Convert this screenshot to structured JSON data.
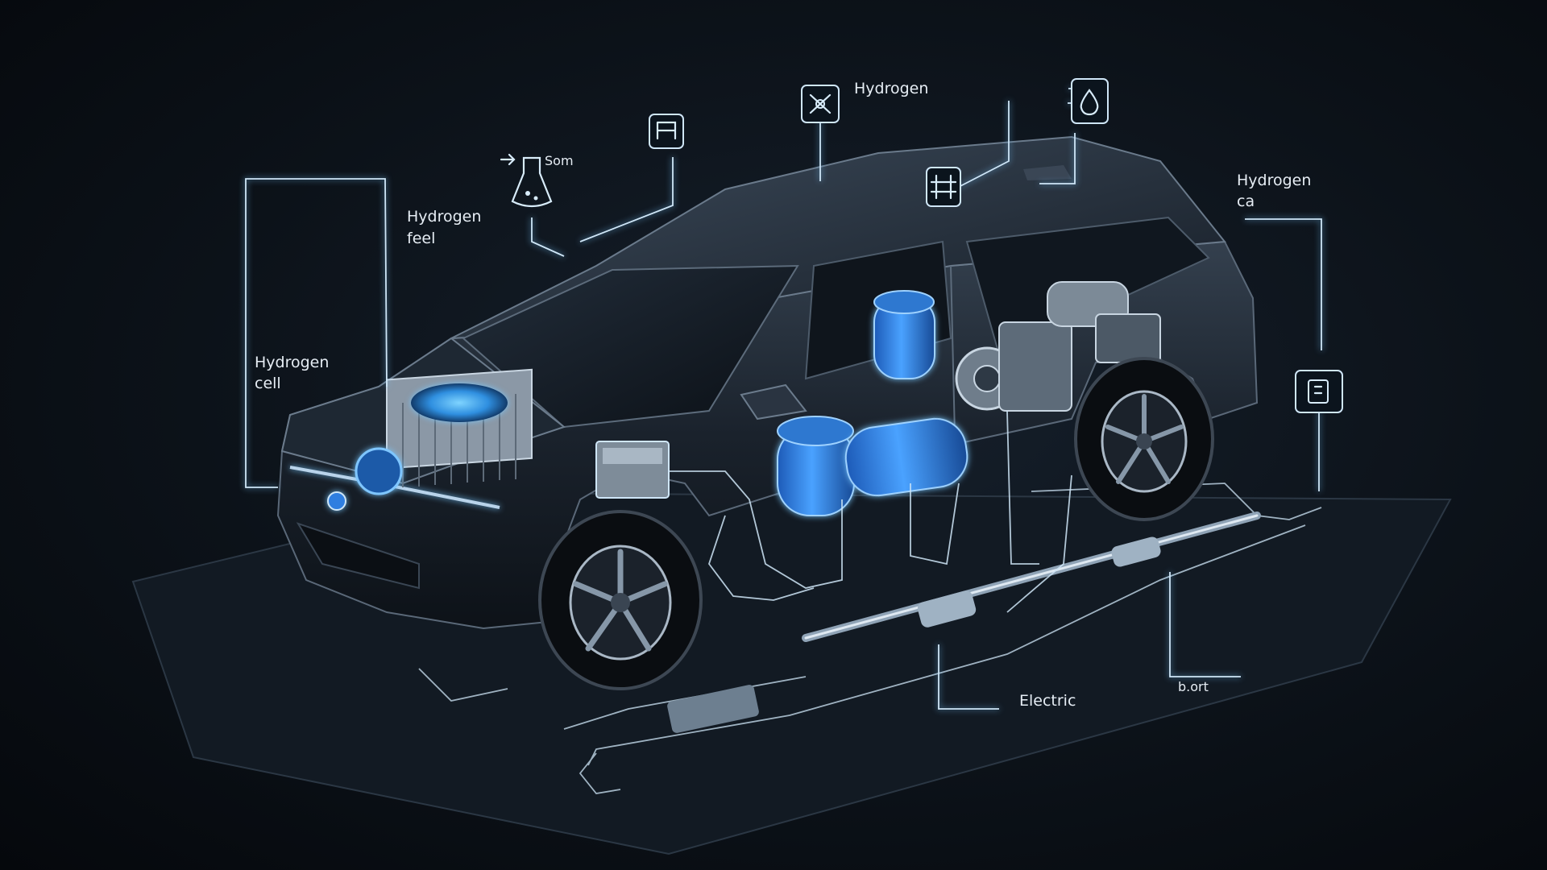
{
  "labels": {
    "hydrogen_feel_1": "Hydrogen",
    "hydrogen_feel_2": "feel",
    "hydrogen_cell_1": "Hydrogen",
    "hydrogen_cell_2": "cell",
    "som": "Som",
    "hydrogen_top": "Hydrogen",
    "hydrogen_ca_1": "Hydrogen",
    "hydrogen_ca_2": "ca",
    "electric": "Electric",
    "bort": "b.ort"
  },
  "icons": [
    "flask-icon",
    "panel-icon",
    "fan-icon",
    "grid-icon",
    "droplet-icon",
    "charger-icon"
  ],
  "colors": {
    "background": "#0c1219",
    "body": "#1b2430",
    "accent_blue": "#2f7ee0",
    "line": "#cfe6f7"
  }
}
